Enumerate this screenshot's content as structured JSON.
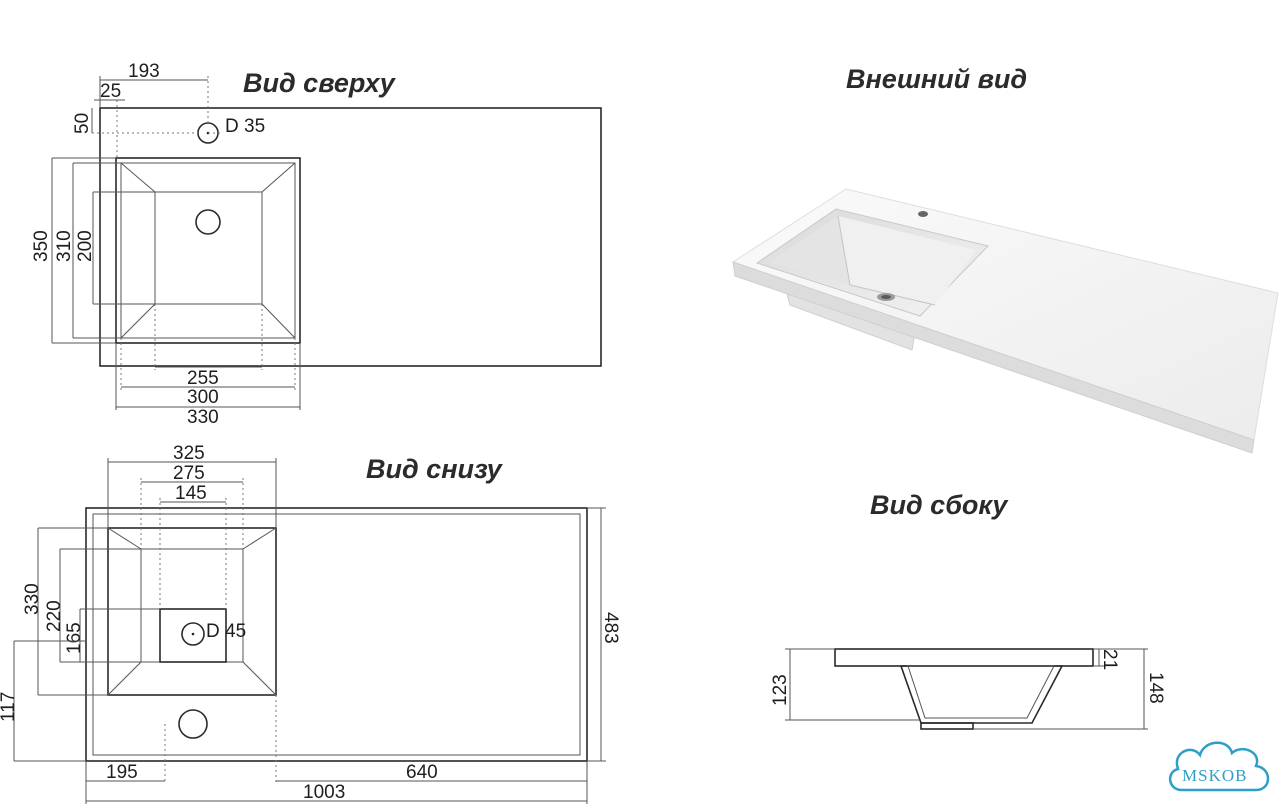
{
  "titles": {
    "top": "Вид сверху",
    "bottom": "Вид снизу",
    "exterior": "Внешний вид",
    "side": "Вид сбоку"
  },
  "top_view": {
    "d193": "193",
    "d25": "25",
    "d50": "50",
    "hole": "D 35",
    "d350": "350",
    "d310": "310",
    "d200": "200",
    "d255": "255",
    "d300": "300",
    "d330": "330"
  },
  "bottom_view": {
    "d325": "325",
    "d275": "275",
    "d145": "145",
    "d330": "330",
    "d220": "220",
    "d165": "165",
    "d117": "117",
    "hole": "D 45",
    "d483": "483",
    "d195": "195",
    "d640": "640",
    "d1003": "1003"
  },
  "side_view": {
    "d123": "123",
    "d21": "21",
    "d148": "148"
  },
  "logo": {
    "text": "MSKOB",
    "color": "#2e9fc7"
  }
}
